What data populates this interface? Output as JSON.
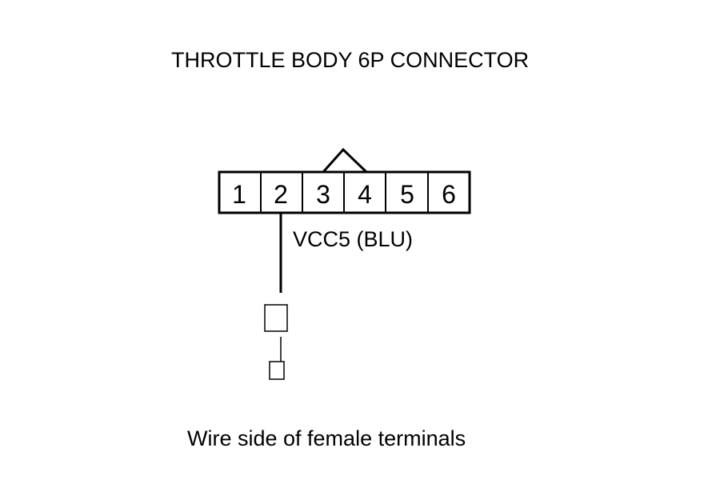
{
  "title": "THROTTLE BODY 6P CONNECTOR",
  "connector": {
    "pins": [
      "1",
      "2",
      "3",
      "4",
      "5",
      "6"
    ]
  },
  "wire": {
    "label": "VCC5 (BLU)"
  },
  "caption": "Wire side of female terminals"
}
